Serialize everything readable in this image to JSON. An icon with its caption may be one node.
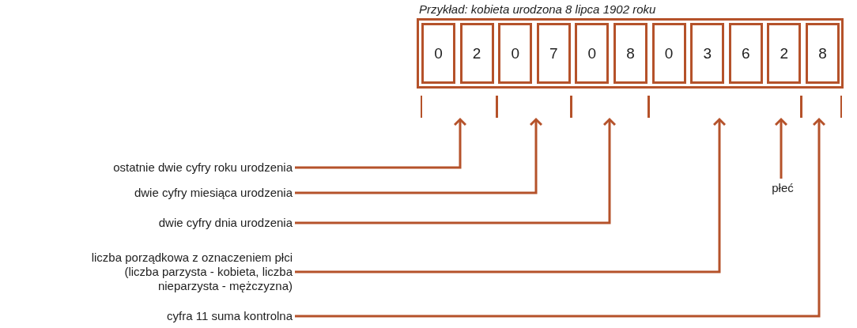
{
  "diagram": {
    "title": "Przykład: kobieta urodzona 8 lipca 1902 roku",
    "nodes": [
      {
        "text": [],
        "shape": "box"
      },
      {
        "text": [
          "0"
        ],
        "in": 0
      },
      {
        "text": [
          "2"
        ],
        "in": 0
      },
      {
        "text": [
          "0"
        ],
        "in": 0
      },
      {
        "text": [
          "7"
        ],
        "in": 0
      },
      {
        "text": [
          "0"
        ],
        "in": 0
      },
      {
        "text": [
          "8"
        ],
        "in": 0
      },
      {
        "text": [
          "0"
        ],
        "in": 0
      },
      {
        "text": [
          "3"
        ],
        "in": 0
      },
      {
        "text": [
          "6"
        ],
        "in": 0
      },
      {
        "text": [
          "2"
        ],
        "in": 0
      },
      {
        "text": [
          "8"
        ],
        "in": 0
      },
      {
        "text": [],
        "shape": "bracket"
      },
      {
        "text": [],
        "shape": "bracket"
      },
      {
        "text": [],
        "shape": "bracket"
      },
      {
        "text": [],
        "shape": "bracket"
      },
      {
        "text": [],
        "shape": "bracket"
      },
      {
        "text": [
          "ostatnie dwie cyfry roku urodzenia"
        ]
      },
      {
        "text": [
          "dwie cyfry miesiąca urodzenia"
        ]
      },
      {
        "text": [
          "dwie cyfry dnia urodzenia"
        ]
      },
      {
        "text": [
          "liczba porządkowa z oznaczeniem płci (liczba parzysta - kobieta, liczba nieparzysta - mężczyzna)"
        ]
      },
      {
        "text": [
          "cyfra 11 suma kontrolna"
        ]
      },
      {
        "text": [
          "płeć"
        ]
      }
    ],
    "edges": [
      {
        "from": 17,
        "to": 12,
        "arrow": "to"
      },
      {
        "from": 18,
        "to": 13,
        "arrow": "to"
      },
      {
        "from": 19,
        "to": 14,
        "arrow": "to"
      },
      {
        "from": 20,
        "to": 15,
        "arrow": "to"
      },
      {
        "from": 21,
        "to": 16,
        "arrow": "to"
      },
      {
        "from": 22,
        "to": 15,
        "arrow": "to"
      }
    ]
  }
}
